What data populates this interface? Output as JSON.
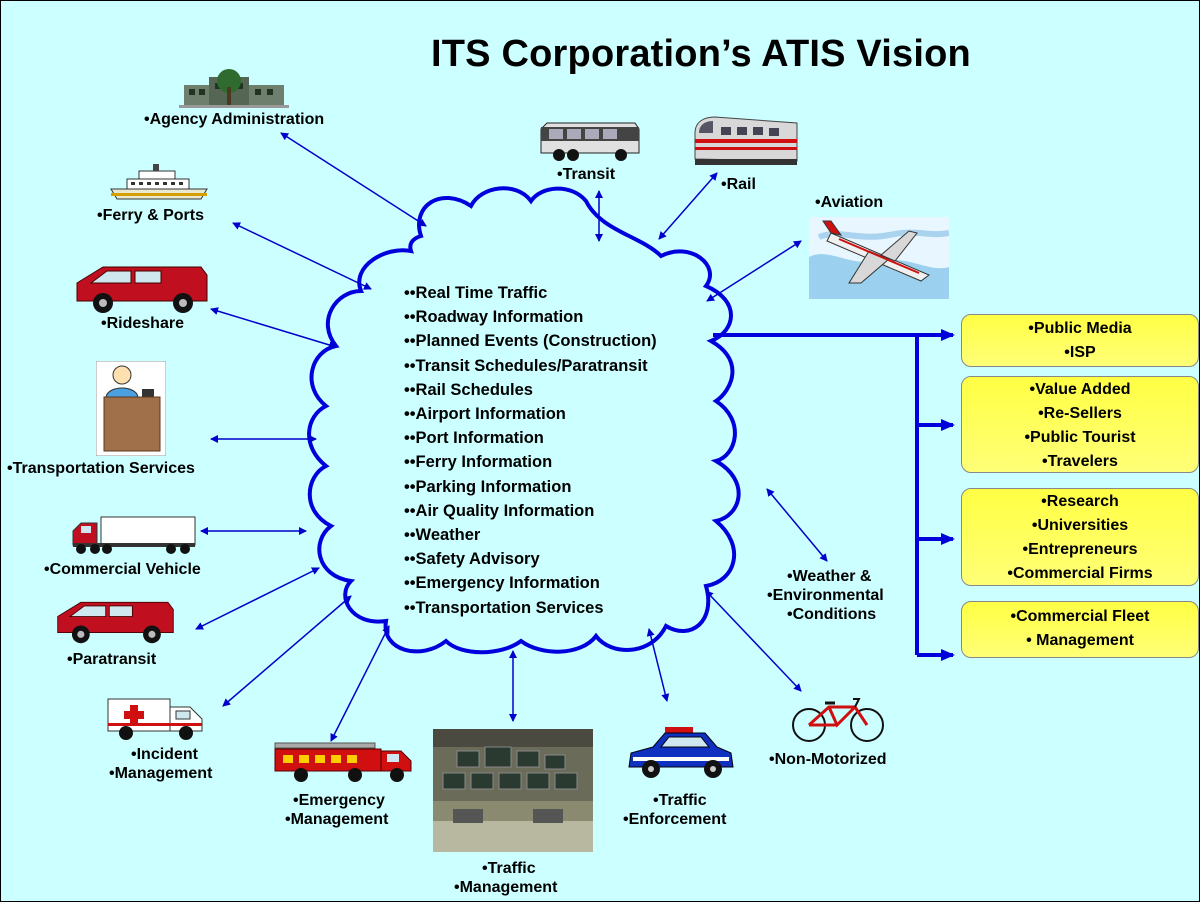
{
  "title": "ITS Corporation’s ATIS Vision",
  "cloud_items": [
    "••Real Time Traffic",
    "••Roadway Information",
    "••Planned Events (Construction)",
    "••Transit Schedules/Paratransit",
    "••Rail Schedules",
    "••Airport Information",
    "••Port Information",
    "••Ferry Information",
    "••Parking Information",
    "••Air Quality Information",
    "••Weather",
    "••Safety Advisory",
    "••Emergency Information",
    "••Transportation Services"
  ],
  "nodes": {
    "agency": "•Agency Administration",
    "ferry": "•Ferry & Ports",
    "rideshare": "•Rideshare",
    "transportation_services": "•Transportation Services",
    "commercial_vehicle": "•Commercial Vehicle",
    "paratransit": "•Paratransit",
    "incident": [
      "•Incident",
      "•Management"
    ],
    "emergency": [
      "•Emergency",
      "•Management"
    ],
    "traffic_mgmt": [
      "•Traffic",
      "•Management"
    ],
    "traffic_enf": [
      "•Traffic",
      "•Enforcement"
    ],
    "non_motorized": "•Non-Motorized",
    "weather": [
      "•Weather &",
      "•Environmental",
      "•Conditions"
    ],
    "transit": "•Transit",
    "rail": "•Rail",
    "aviation": "•Aviation"
  },
  "outputs": [
    [
      "•Public Media",
      "•ISP"
    ],
    [
      "•Value Added",
      "•Re-Sellers",
      "•Public Tourist",
      "•Travelers"
    ],
    [
      "•Research",
      "•Universities",
      "•Entrepreneurs",
      "•Commercial Firms"
    ],
    [
      "•Commercial Fleet",
      "• Management"
    ]
  ],
  "colors": {
    "background": "#ccffff",
    "arrow": "#0000cc",
    "cloud_stroke": "#0000dd",
    "output_box": "#ffff55"
  },
  "icons": [
    "building-icon",
    "ferry-icon",
    "van-icon",
    "operator-desk-icon",
    "truck-icon",
    "ambulance-icon",
    "fire-truck-icon",
    "control-room-icon",
    "police-car-icon",
    "bicycle-icon",
    "bus-icon",
    "train-icon",
    "airplane-icon"
  ]
}
